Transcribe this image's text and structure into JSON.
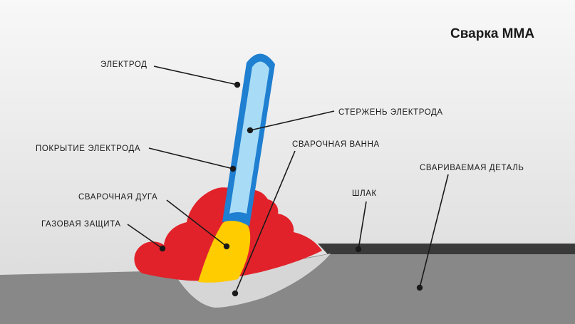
{
  "title": "Сварка ММА",
  "labels": {
    "electrode": "ЭЛЕКТРОД",
    "electrode_core": "СТЕРЖЕНЬ ЭЛЕКТРОДА",
    "electrode_coating": "ПОКРЫТИЕ ЭЛЕКТРОДА",
    "weld_pool": "СВАРОЧНАЯ ВАННА",
    "workpiece": "СВАРИВАЕМАЯ ДЕТАЛЬ",
    "welding_arc": "СВАРОЧНАЯ ДУГА",
    "slag": "ШЛАК",
    "gas_shield": "ГАЗОВАЯ ЗАЩИТА"
  },
  "colors": {
    "background_top": "#f7f7f7",
    "background_bottom": "#dcdcdc",
    "workpiece": "#888888",
    "slag": "#3a3a3a",
    "gas_shield": "#e2222a",
    "welding_arc": "#ffcc00",
    "weld_pool": "#d6d6d6",
    "electrode_coating": "#1f7fd1",
    "electrode_core": "#a8dcf6",
    "text": "#1a1a1a"
  }
}
